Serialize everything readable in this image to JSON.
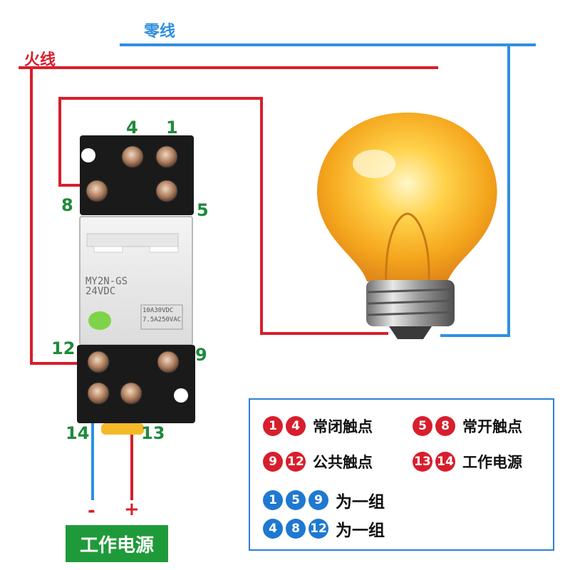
{
  "wires": {
    "neutral_label": "零线",
    "live_label": "火线",
    "neutral_color": "#2f8fe0",
    "live_color": "#d81e2c"
  },
  "relay": {
    "model": "MY2N-GS",
    "voltage": "24VDC",
    "rating_dc": "10A30VDC",
    "rating_ac": "7.5A250VAC"
  },
  "pins": {
    "p4": "4",
    "p1": "1",
    "p8": "8",
    "p5": "5",
    "p12": "12",
    "p9": "9",
    "p14": "14",
    "p13": "13"
  },
  "power": {
    "minus": "-",
    "plus": "+",
    "label": "工作电源"
  },
  "legend": {
    "row1": {
      "badges": [
        "1",
        "4"
      ],
      "text": "常闭触点"
    },
    "row2": {
      "badges": [
        "5",
        "8"
      ],
      "text": "常开触点"
    },
    "row3": {
      "badges": [
        "9",
        "12"
      ],
      "text": "公共触点"
    },
    "row4": {
      "badges": [
        "13",
        "14"
      ],
      "text": "工作电源"
    },
    "row5": {
      "badges": [
        "1",
        "5",
        "9"
      ],
      "text": "为一组"
    },
    "row6": {
      "badges": [
        "4",
        "8",
        "12"
      ],
      "text": "为一组"
    }
  }
}
